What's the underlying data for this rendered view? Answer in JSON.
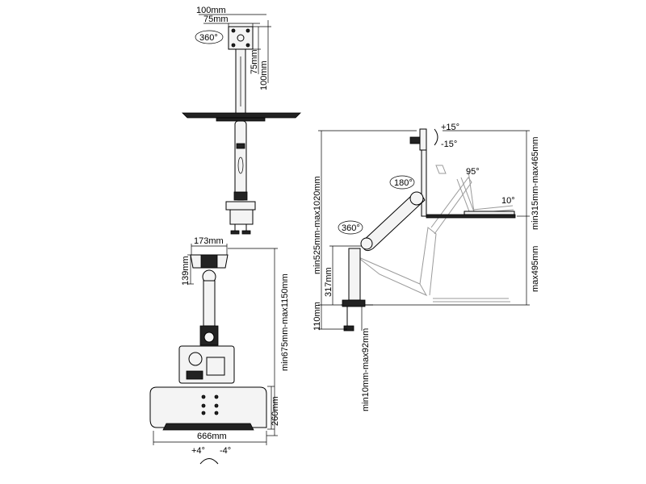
{
  "front_view": {
    "dim_100_top": "100mm",
    "dim_75_top": "75mm",
    "dim_75_side": "75mm",
    "dim_100_side": "100mm",
    "rotation_360": "360°"
  },
  "top_view": {
    "dim_173": "173mm",
    "dim_139": "139mm",
    "dim_height": "min675mm-max1150mm",
    "dim_260": "260mm",
    "dim_666": "666mm",
    "tilt_plus": "+4°",
    "tilt_minus": "-4°"
  },
  "side_view": {
    "tilt_plus": "+15°",
    "tilt_minus": "-15°",
    "rotation_180": "180°",
    "rotation_360": "360°",
    "angle_95": "95°",
    "angle_10": "10°",
    "dim_total": "min525mm-max1020mm",
    "dim_317": "317mm",
    "dim_110": "110mm",
    "dim_desk": "min10mm-max92mm",
    "dim_keyboard_range": "min315mm-max465mm",
    "dim_495": "max495mm"
  }
}
